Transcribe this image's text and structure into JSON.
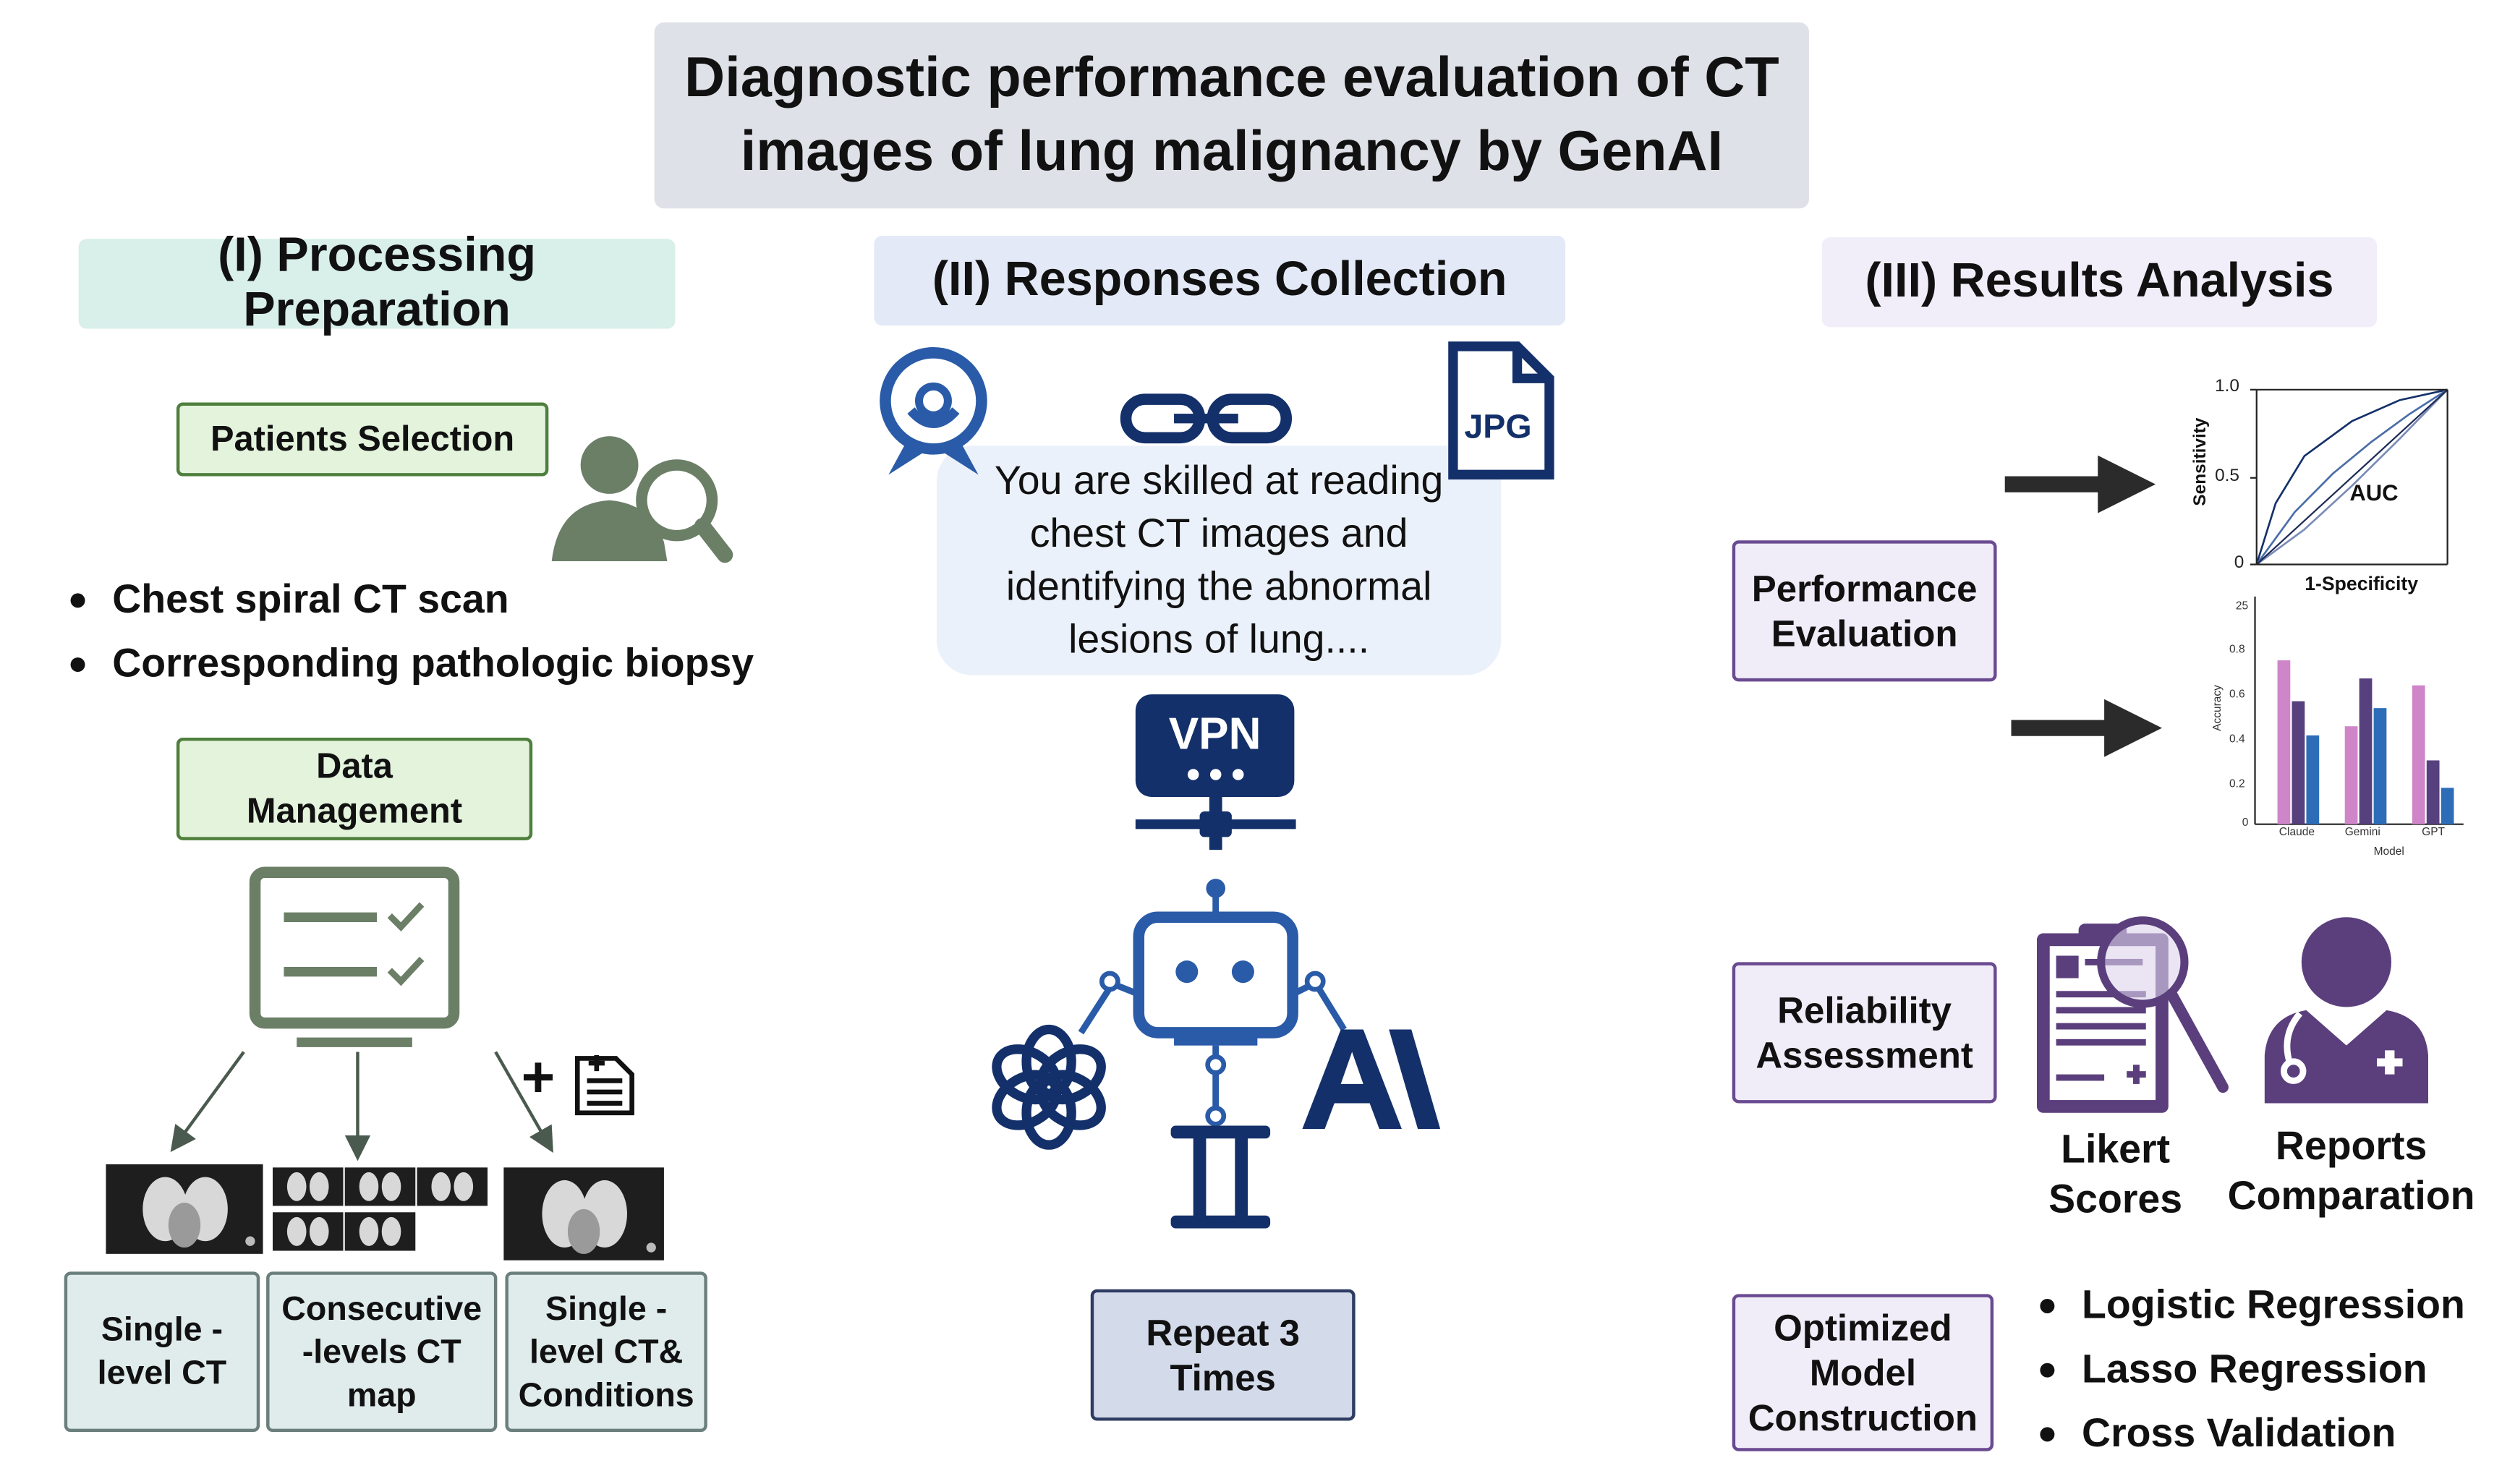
{
  "title": {
    "line1": "Diagnostic performance evaluation of CT",
    "line2": "images of lung malignancy by GenAI"
  },
  "colors": {
    "section1_bg": "#d8efea",
    "section2_bg": "#e3e9f7",
    "section3_bg": "#f1eefa",
    "green_icon": "#6b7f67",
    "navy_icon": "#14306a",
    "blue_icon": "#2a5ba8",
    "purple_icon": "#5b3f7c",
    "bar_pink": "#cf86c9",
    "bar_purple": "#56407e",
    "bar_blue": "#2d6db8"
  },
  "icons": {
    "user_search": "user-magnifier-icon",
    "monitor_checklist": "monitor-checklist-icon",
    "add_document": "add-document-icon",
    "person_pin": "person-pin-icon",
    "link": "link-icon",
    "jpg_file": "jpg-file-icon",
    "vpn": "vpn-icon",
    "robot": "robot-icon",
    "openai": "openai-logo-icon",
    "anthropic": "anthropic-logo-icon",
    "gemini": "gemini-logo-icon",
    "clipboard": "clipboard-magnifier-icon",
    "doctor": "doctor-icon",
    "arrow": "right-arrow-icon"
  },
  "section1": {
    "header": "(I) Processing Preparation",
    "patients_selection": "Patients Selection",
    "bullets": [
      "Chest spiral CT scan",
      "Corresponding pathologic biopsy"
    ],
    "data_management": [
      "Data",
      "Management"
    ],
    "add_symbol": "+",
    "boxes": [
      [
        "Single -",
        "level CT"
      ],
      [
        "Consecutive",
        "-levels  CT",
        "map"
      ],
      [
        "Single -",
        "level CT&",
        "Conditions"
      ]
    ]
  },
  "section2": {
    "header": "(II) Responses Collection",
    "jpg_label": "JPG",
    "prompt_lines": [
      "You are skilled at reading",
      "chest CT images and",
      "identifying the abnormal",
      "lesions of lung...."
    ],
    "vpn_label": "VPN",
    "repeat": [
      "Repeat 3",
      "Times"
    ]
  },
  "section3": {
    "header": "(III) Results Analysis",
    "performance": [
      "Performance",
      "Evaluation"
    ],
    "reliability": [
      "Reliability",
      "Assessment"
    ],
    "optimized": [
      "Optimized",
      "Model",
      "Construction"
    ],
    "likert": [
      "Likert",
      "Scores"
    ],
    "reports": [
      "Reports",
      "Comparation"
    ],
    "model_bullets": [
      "Logistic Regression",
      "Lasso Regression",
      "Cross Validation"
    ]
  },
  "chart_data": [
    {
      "type": "line",
      "title": "",
      "xlabel": "1-Specificity",
      "ylabel": "Sensitivity",
      "y_ticks": [
        "1.0",
        "0.5",
        "0"
      ],
      "annotation": "AUC",
      "xlim": [
        0,
        1
      ],
      "ylim": [
        0,
        1
      ],
      "series": [
        {
          "x": [
            0,
            0.1,
            0.25,
            0.5,
            0.75,
            1
          ],
          "y": [
            0,
            0.35,
            0.62,
            0.82,
            0.94,
            1
          ]
        },
        {
          "x": [
            0,
            0.2,
            0.4,
            0.6,
            0.8,
            1
          ],
          "y": [
            0,
            0.3,
            0.52,
            0.7,
            0.86,
            1
          ]
        },
        {
          "x": [
            0,
            0.25,
            0.5,
            0.75,
            1
          ],
          "y": [
            0,
            0.2,
            0.45,
            0.72,
            1
          ]
        },
        {
          "x": [
            0,
            1
          ],
          "y": [
            0,
            1
          ]
        }
      ]
    },
    {
      "type": "bar",
      "title": "",
      "xlabel": "Model",
      "ylabel": "Accuracy",
      "categories": [
        "Claude",
        "Gemini",
        "GPT"
      ],
      "y_ticks": [
        "25",
        "0.8",
        "0.6",
        "0.4",
        "0.2",
        "0"
      ],
      "ylim": [
        0,
        1.0
      ],
      "series": [
        {
          "values": [
            0.72,
            0.43,
            0.61
          ]
        },
        {
          "values": [
            0.54,
            0.64,
            0.28
          ]
        },
        {
          "values": [
            0.39,
            0.51,
            0.16
          ]
        }
      ]
    }
  ]
}
